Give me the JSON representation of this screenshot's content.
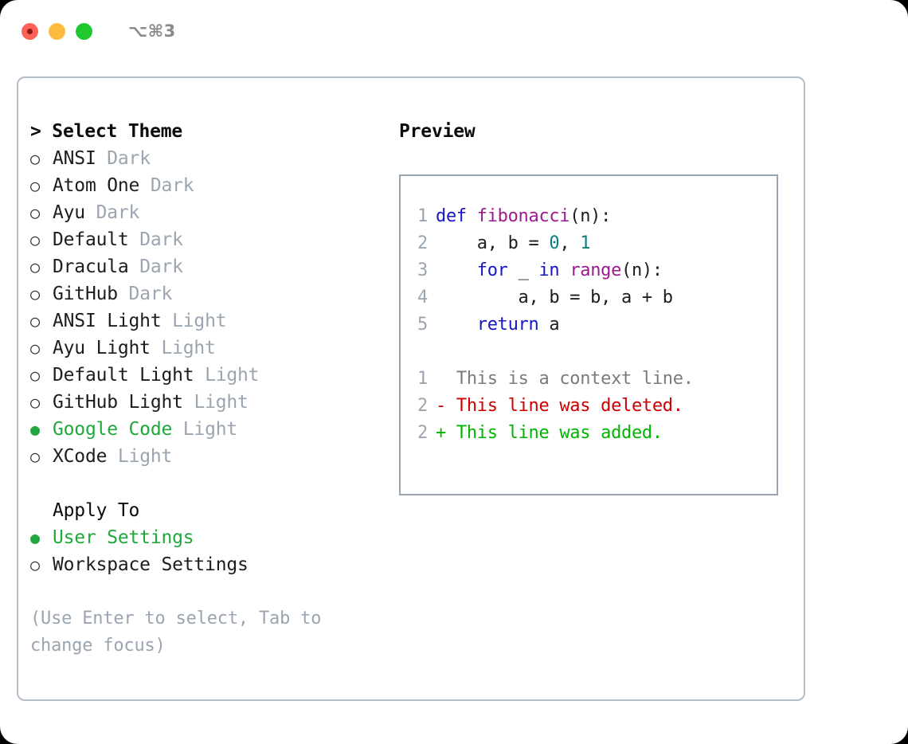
{
  "window": {
    "shortcut": "⌥⌘3",
    "traffic_lights": [
      "close",
      "minimize",
      "maximize"
    ]
  },
  "theme_selector": {
    "header": "> Select Theme",
    "options": [
      {
        "bullet": "○",
        "label": "ANSI",
        "kind": "Dark",
        "selected": false
      },
      {
        "bullet": "○",
        "label": "Atom One",
        "kind": "Dark",
        "selected": false
      },
      {
        "bullet": "○",
        "label": "Ayu",
        "kind": "Dark",
        "selected": false
      },
      {
        "bullet": "○",
        "label": "Default",
        "kind": "Dark",
        "selected": false
      },
      {
        "bullet": "○",
        "label": "Dracula",
        "kind": "Dark",
        "selected": false
      },
      {
        "bullet": "○",
        "label": "GitHub",
        "kind": "Dark",
        "selected": false
      },
      {
        "bullet": "○",
        "label": "ANSI Light",
        "kind": "Light",
        "selected": false
      },
      {
        "bullet": "○",
        "label": "Ayu Light",
        "kind": "Light",
        "selected": false
      },
      {
        "bullet": "○",
        "label": "Default Light",
        "kind": "Light",
        "selected": false
      },
      {
        "bullet": "○",
        "label": "GitHub Light",
        "kind": "Light",
        "selected": false
      },
      {
        "bullet": "●",
        "label": "Google Code",
        "kind": "Light",
        "selected": true
      },
      {
        "bullet": "○",
        "label": "XCode",
        "kind": "Light",
        "selected": false
      }
    ]
  },
  "apply_to": {
    "header": "Apply To",
    "options": [
      {
        "bullet": "●",
        "label": "User Settings",
        "selected": true
      },
      {
        "bullet": "○",
        "label": "Workspace Settings",
        "selected": false
      }
    ]
  },
  "hint": "(Use Enter to select, Tab to change focus)",
  "preview": {
    "title": "Preview",
    "code_lines": [
      {
        "num": "1",
        "tokens": [
          {
            "t": "def ",
            "c": "kw"
          },
          {
            "t": "fibonacci",
            "c": "fn"
          },
          {
            "t": "(n):",
            "c": "plain"
          }
        ]
      },
      {
        "num": "2",
        "tokens": [
          {
            "t": "    a, b = ",
            "c": "plain"
          },
          {
            "t": "0",
            "c": "num"
          },
          {
            "t": ", ",
            "c": "plain"
          },
          {
            "t": "1",
            "c": "num"
          }
        ]
      },
      {
        "num": "3",
        "tokens": [
          {
            "t": "    ",
            "c": "plain"
          },
          {
            "t": "for",
            "c": "kw"
          },
          {
            "t": " _ ",
            "c": "plain"
          },
          {
            "t": "in",
            "c": "kw"
          },
          {
            "t": " ",
            "c": "plain"
          },
          {
            "t": "range",
            "c": "fn"
          },
          {
            "t": "(n):",
            "c": "plain"
          }
        ]
      },
      {
        "num": "4",
        "tokens": [
          {
            "t": "        a, b = b, a + b",
            "c": "plain"
          }
        ]
      },
      {
        "num": "5",
        "tokens": [
          {
            "t": "    ",
            "c": "plain"
          },
          {
            "t": "return",
            "c": "kw"
          },
          {
            "t": " a",
            "c": "plain"
          }
        ]
      }
    ],
    "diff_lines": [
      {
        "num": "1",
        "marker": " ",
        "text": " This is a context line.",
        "kind": "ctx"
      },
      {
        "num": "2",
        "marker": "-",
        "text": " This line was deleted.",
        "kind": "del"
      },
      {
        "num": "2",
        "marker": "+",
        "text": " This line was added.",
        "kind": "add"
      }
    ]
  },
  "colors": {
    "accent_green": "#1fa83c",
    "muted_gray": "#9aa5b1",
    "keyword_blue": "#1616c4",
    "function_magenta": "#9c1a8f",
    "number_teal": "#0a7d7d",
    "diff_deleted_red": "#cc0000",
    "diff_added_green": "#00b400",
    "border_gray": "#b4bcc8"
  }
}
